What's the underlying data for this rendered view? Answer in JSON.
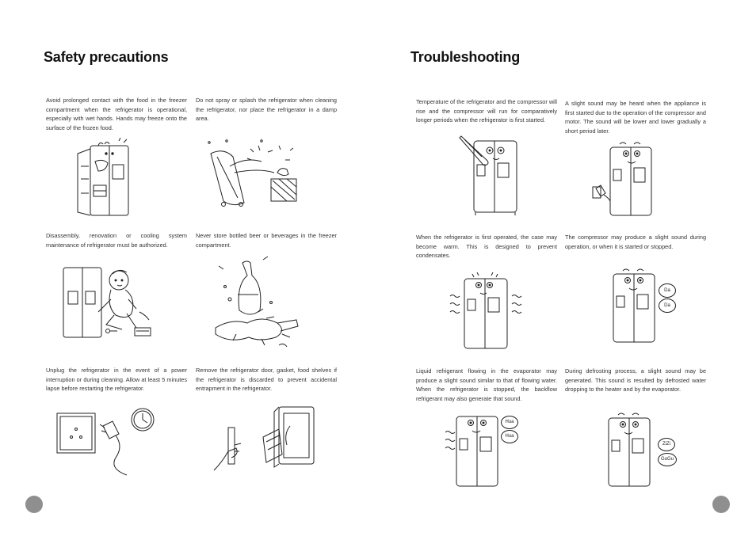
{
  "left": {
    "title": "Safety precautions",
    "items": [
      {
        "text": "Avoid prolonged contact with the food in the freezer compartment when the refrigerator is operational, especially with wet hands. Hands may freeze onto the surface of the frozen food."
      },
      {
        "text": "Do not spray or splash the refrigerator when cleaning the refrigerator, nor place the refrigerator in a damp area."
      },
      {
        "text": "Disassembly, renovation or cooling system maintenance of refrigerator must be authorized."
      },
      {
        "text": "Never store bottled beer or beverages in the freezer compartment."
      },
      {
        "text": "Unplug the refrigerator in the event of a power interruption or during cleaning. Allow at least 5 minutes lapse before restarting the refrigerator."
      },
      {
        "text": "Remove the refrigerator door, gasket, food shelves if the refrigerator is discarded to prevent accidental entrapment in the refrigerator."
      }
    ]
  },
  "right": {
    "title": "Troubleshooting",
    "items": [
      {
        "text": "Temperature of the refrigerator and the compressor will rise and the compressor will run for comparatively longer periods when the refrigerator is first started."
      },
      {
        "text": "A slight sound may be heard when the appliance is first started due to the operation of the compressor and motor. The sound will be lower and lower gradually a short period later."
      },
      {
        "text": "When the refrigerator is first operated, the case may become warm. This is designed to prevent condensates."
      },
      {
        "text": "The compressor may produce a slight sound during operation, or when it is started or stopped.",
        "bubbles": [
          "Da",
          "Da"
        ]
      },
      {
        "text": "Liquid refrigerant flowing in the evaporator may produce a slight sound similar to that of flowing water. When the refrigerator is stopped, the backflow refrigerant may also generate that sound.",
        "bubbles": [
          "Hua",
          "Hua"
        ]
      },
      {
        "text": "During defrosting process, a slight sound may be generated. This sound is resulted by defrosted water dropping to the heater and by the evaporator.",
        "bubbles": [
          "ZiZi",
          "GuGu"
        ]
      }
    ]
  },
  "colors": {
    "page_dot": "#8f8f8f",
    "line_art": "#222222"
  }
}
